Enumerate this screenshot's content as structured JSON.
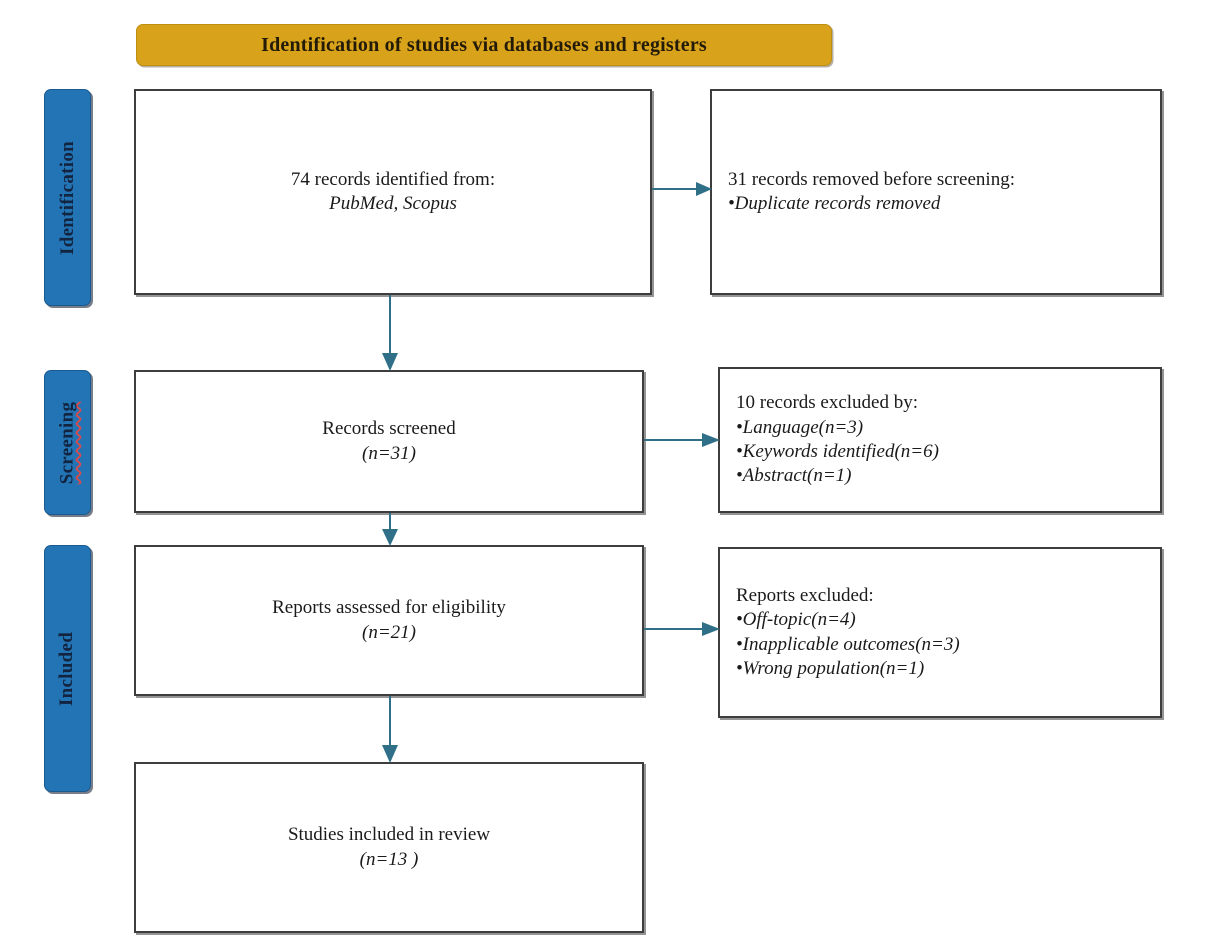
{
  "header": {
    "title": "Identification of studies via databases and registers",
    "background_color": "#d8a31a",
    "text_color": "#231a08"
  },
  "stages": {
    "identification": {
      "label": "Identification",
      "color": "#2374b5"
    },
    "screening": {
      "label": "Screening",
      "color": "#2374b5",
      "spellcheck_underline": true
    },
    "included": {
      "label": "Included",
      "color": "#2374b5"
    }
  },
  "boxes": {
    "identified": {
      "line1": "74 records identified from:",
      "line2": "PubMed, Scopus"
    },
    "removed": {
      "line1": "31 records removed before screening:",
      "line2": "•Duplicate records removed"
    },
    "screened": {
      "line1": "Records screened",
      "line2": "(n=31)"
    },
    "excluded_screening": {
      "line1": "10 records excluded by:",
      "line2": "•Language(n=3)",
      "line3": "•Keywords identified(n=6)",
      "line4": "•Abstract(n=1)"
    },
    "eligibility": {
      "line1": "Reports assessed for eligibility",
      "line2": "(n=21)"
    },
    "excluded_eligibility": {
      "line1": "Reports excluded:",
      "line2": "•Off-topic(n=4)",
      "line3": "•Inapplicable outcomes(n=3)",
      "line4": "•Wrong population(n=1)"
    },
    "included": {
      "line1": "Studies included in review",
      "line2": "(n=13 )"
    }
  },
  "arrows": {
    "color": "#2f6f87",
    "identified_to_removed": "right",
    "identified_to_screened": "down",
    "screened_to_excluded": "right",
    "screened_to_eligibility": "down",
    "eligibility_to_excluded": "right",
    "eligibility_to_included": "down"
  },
  "counts": {
    "records_identified": 74,
    "records_removed_before_screening": 31,
    "records_screened": 31,
    "records_excluded": 10,
    "excluded_language": 3,
    "excluded_keywords": 6,
    "excluded_abstract": 1,
    "reports_assessed": 21,
    "reports_excluded_off_topic": 4,
    "reports_excluded_inapplicable_outcomes": 3,
    "reports_excluded_wrong_population": 1,
    "studies_included": 13
  }
}
